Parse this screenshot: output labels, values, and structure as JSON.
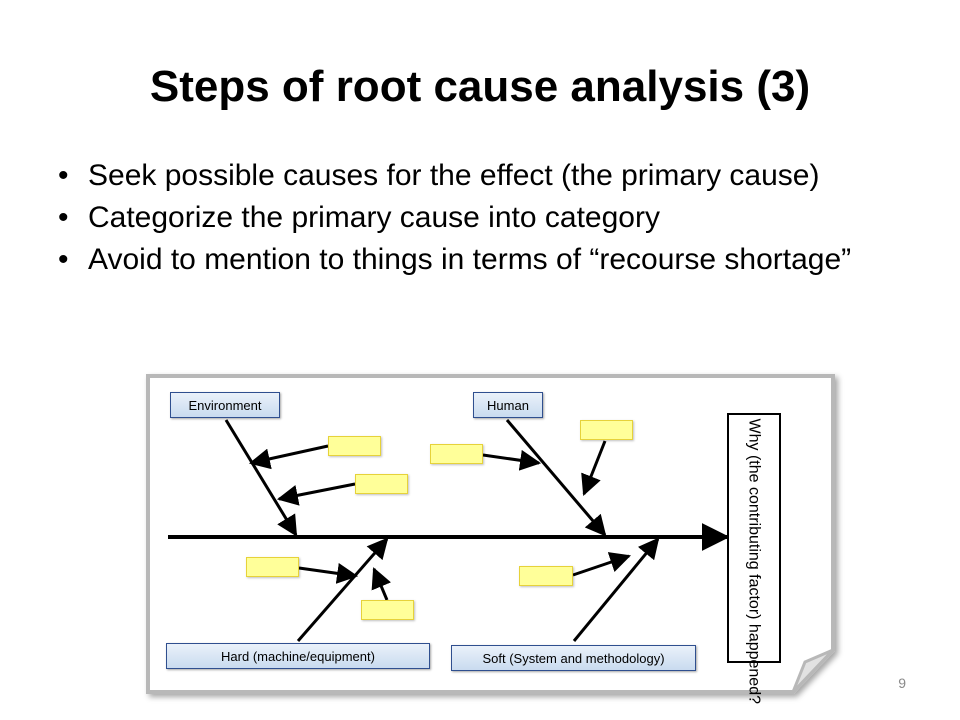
{
  "slide": {
    "title": "Steps of root cause analysis (3)",
    "bullets": [
      "Seek possible causes for the effect (the primary cause)",
      "Categorize the primary cause into category",
      "Avoid to mention to things in terms of “recourse shortage”"
    ],
    "page_number": "9"
  },
  "diagram": {
    "categories": {
      "environment": "Environment",
      "human": "Human",
      "hard": "Hard (machine/equipment)",
      "soft": "Soft (System and methodology)"
    },
    "effect": "Why (the contributing factor) happened?"
  }
}
